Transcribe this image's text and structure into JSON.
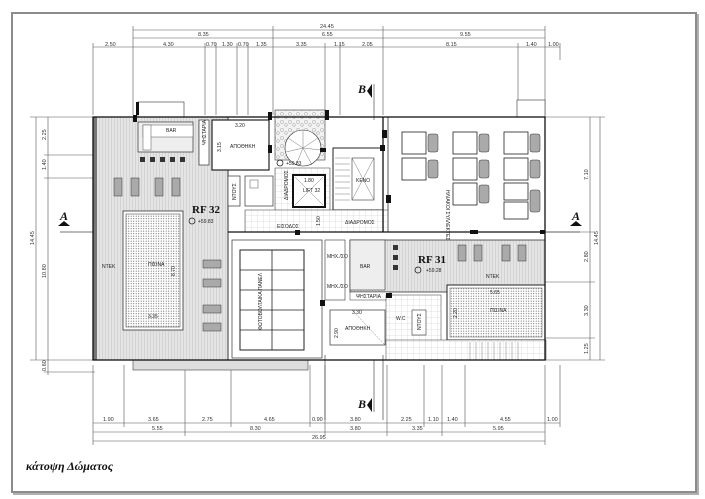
{
  "drawing": {
    "caption": "κάτοψη Δώματος",
    "levels": [
      {
        "id": "RF 32",
        "elevation": "+59.83"
      },
      {
        "id": "RF 31",
        "elevation": "+59.28"
      }
    ],
    "stair_elevation": "+59.83",
    "section_markers": [
      "A",
      "A",
      "B",
      "B"
    ]
  },
  "dimensions": {
    "top_total": "24.45",
    "top_mid": [
      "8.35",
      "6.55",
      "9.55"
    ],
    "top_detail": [
      "2.50",
      "4.30",
      "0.70",
      "1.30",
      "0.70",
      "1.35",
      "3.35",
      "1.15",
      "2.05",
      "8.15",
      "1.40",
      "1.00"
    ],
    "bottom_detail": [
      "1.90",
      "3.65",
      "2.75",
      "4.65",
      "0.90",
      "3.80",
      "2.25",
      "1.10",
      "1.40",
      "4.55",
      "1.00"
    ],
    "bottom_mid": [
      "5.55",
      "8.30",
      "3.80",
      "3.35",
      "5.95"
    ],
    "bottom_total": "26.95",
    "left": [
      "2.25",
      "1.40",
      "10.80",
      "0.60"
    ],
    "left_total": "14.45",
    "right": [
      "7.10",
      "2.80",
      "3.30",
      "1.25"
    ],
    "right_total": "14.45"
  },
  "rooms": {
    "bar_top": "BAR",
    "storage_top": "ΑΠΟΘΗΚΗ",
    "storage_top_w": "3.20",
    "storage_top_h": "3.15",
    "fistaria_top": "ΨΗΣΤΑΡΙΑ",
    "toilet_top": "ΝΤΟΥΣ",
    "corridor_v": "ΔΙΑΔΡΟΜΟΣ",
    "lift": "LIFT 32",
    "lift_w": "1.80",
    "void": "ΚΕΝΟ",
    "corridor_h": "ΔΙΑΔΡΟΜΟΣ",
    "corridor_h_dim": "1.50",
    "entry": "ΕΙΣΟΔΟΣ",
    "deck_left": "ΝΤΕΚ",
    "pool_left": "ΠΙΣΙΝΑ",
    "pool_left_w": "3.35",
    "pool_left_h": "8.70",
    "solar": "ΦΩΤΟΒΟΛΤΑΙΚΑ ΠΑΝΕΛ",
    "mech1": "ΜΗΧ./ΣΟ RF 32",
    "mech2": "ΜΗΧ./ΣΟ RF 31",
    "bar_right": "BAR",
    "fistaria_right": "ΨΗΣΤΑΡΙΑ",
    "storage_bottom": "ΑΠΟΘΗΚΗ",
    "storage_bottom_w": "3.30",
    "storage_bottom_h": "2.90",
    "wc": "W.C",
    "shower": "ΝΤΟΥΣ",
    "deck_right": "ΝΤΕΚ",
    "pool_right": "ΠΙΣΙΝΑ",
    "pool_right_w": "5.65",
    "pool_right_h": "2.20",
    "solar_heaters": "ΗΛΙΑΚΟΙ ΣΥΛΛΕΚΤΕΣ"
  }
}
